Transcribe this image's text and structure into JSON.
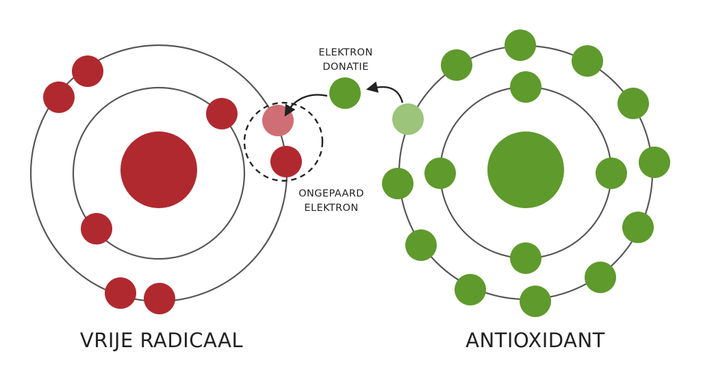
{
  "labels": {
    "free_radical": "VRIJE RADICAAL",
    "antioxidant": "ANTIOXIDANT",
    "electron_donation_line1": "ELEKTRON",
    "electron_donation_line2": "DONATIE",
    "unpaired_line1": "ONGEPAARD",
    "unpaired_line2": "ELEKTRON"
  },
  "colors": {
    "radical": "#b0292f",
    "radical_faded": "#cf6f75",
    "antioxidant": "#5f9a2d",
    "antioxidant_faded": "#9cc47a",
    "orbit": "#555555",
    "text": "#222222"
  }
}
